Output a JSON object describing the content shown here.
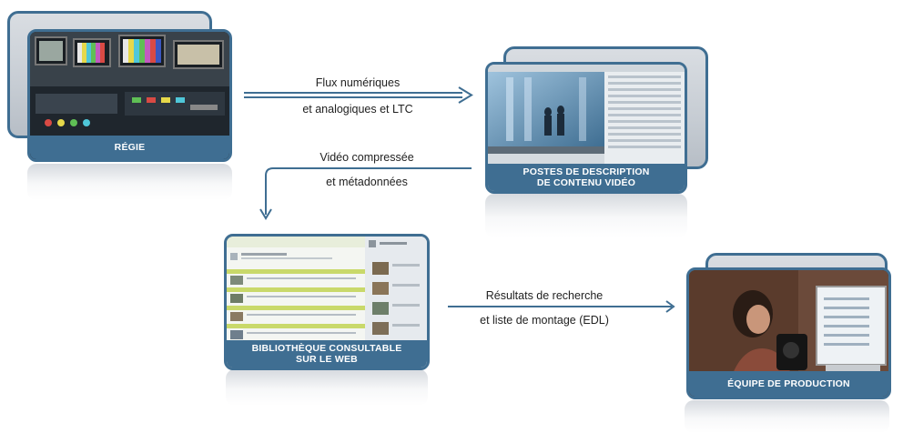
{
  "nodes": {
    "regie": {
      "label": "RÉGIE"
    },
    "postes": {
      "label_line1": "POSTES DE DESCRIPTION",
      "label_line2": "DE CONTENU VIDÉO"
    },
    "bibliotheque": {
      "label_line1": "BIBLIOTHÈQUE CONSULTABLE",
      "label_line2": "SUR LE WEB"
    },
    "equipe": {
      "label": "ÉQUIPE DE PRODUCTION"
    }
  },
  "edges": {
    "flux": {
      "line1": "Flux numériques",
      "line2": "et analogiques et LTC"
    },
    "video": {
      "line1": "Vidéo compressée",
      "line2": "et métadonnées"
    },
    "resultats": {
      "line1": "Résultats de recherche",
      "line2": "et liste de montage (EDL)"
    }
  },
  "colors": {
    "accent": "#3f6e92",
    "text": "#222222"
  }
}
